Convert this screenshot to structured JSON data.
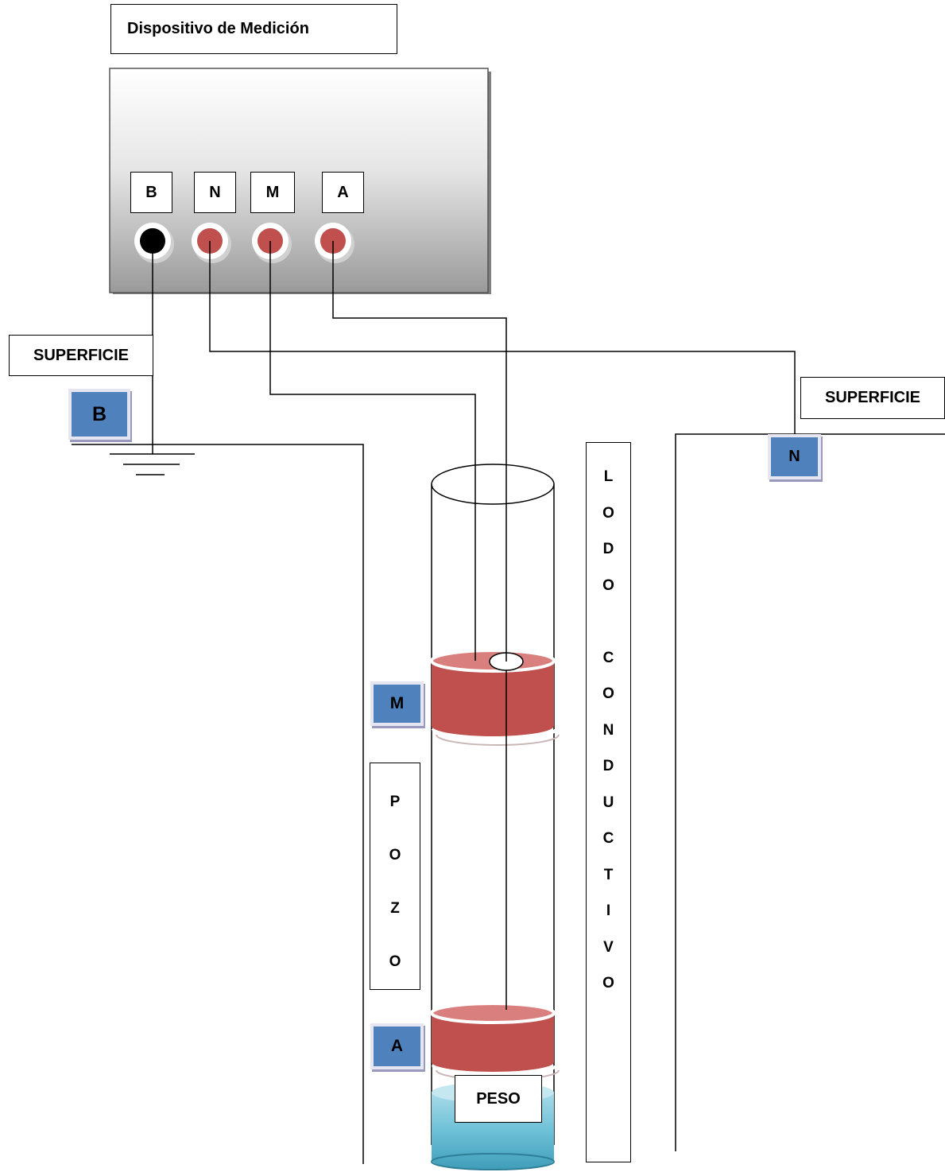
{
  "title": "Dispositivo de Medición",
  "terminals": [
    {
      "key": "B",
      "label": "B",
      "color": "#000000"
    },
    {
      "key": "N",
      "label": "N",
      "color": "#c0504d"
    },
    {
      "key": "M",
      "label": "M",
      "color": "#c0504d"
    },
    {
      "key": "A",
      "label": "A",
      "color": "#c0504d"
    }
  ],
  "surface_left": "SUPERFICIE",
  "surface_right": "SUPERFICIE",
  "electrodes": {
    "B": "B",
    "N": "N",
    "M": "M",
    "A": "A"
  },
  "well_label": "POZO",
  "mud_label_lines": [
    "LODO",
    "CONDUCTIVO"
  ],
  "weight_label": "PESO",
  "colors": {
    "electrode_red": "#c0504d",
    "electrode_top": "#d9807e",
    "badge_blue": "#4f81bd",
    "weight_blue": "#4bacc6",
    "panel_gray": "#a6a6a6"
  }
}
